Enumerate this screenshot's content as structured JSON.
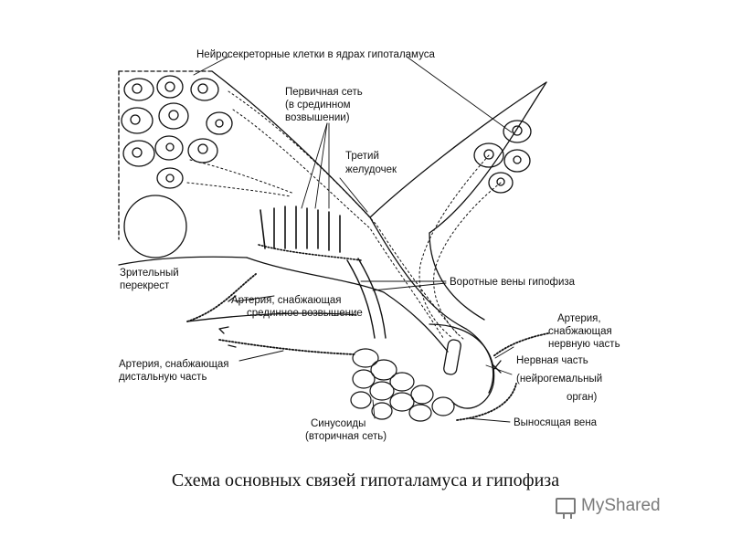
{
  "labels": {
    "neurosecretory_cells": "Нейросекреторные клетки в ядрах гипоталамуса",
    "primary_net_1": "Первичная сеть",
    "primary_net_2": "(в срединном",
    "primary_net_3": "возвышении)",
    "third_ventricle_1": "Третий",
    "third_ventricle_2": "желудочек",
    "optic_chiasm_1": "Зрительный",
    "optic_chiasm_2": "перекрест",
    "portal_veins": "Воротные вены гипофиза",
    "median_artery_1": "Артерия, снабжающая",
    "median_artery_2": "срединное возвышение",
    "neural_artery_1": "Артерия,",
    "neural_artery_2": "снабжающая",
    "neural_artery_3": "нервную часть",
    "distal_artery_1": "Артерия, снабжающая",
    "distal_artery_2": "дистальную часть",
    "neural_part_1": "Нервная часть",
    "neural_part_2": "(нейрогемальный",
    "neural_part_3": "орган)",
    "sinusoids_1": "Синусоиды",
    "sinusoids_2": "(вторичная сеть)",
    "efferent_vein": "Выносящая вена"
  },
  "caption": "Схема основных связей гипоталамуса и гипофиза",
  "watermark": {
    "text": "MyShared",
    "icon": "presentation-screen-icon"
  },
  "colors": {
    "ink": "#111111",
    "watermark": "#7a7a7a"
  }
}
